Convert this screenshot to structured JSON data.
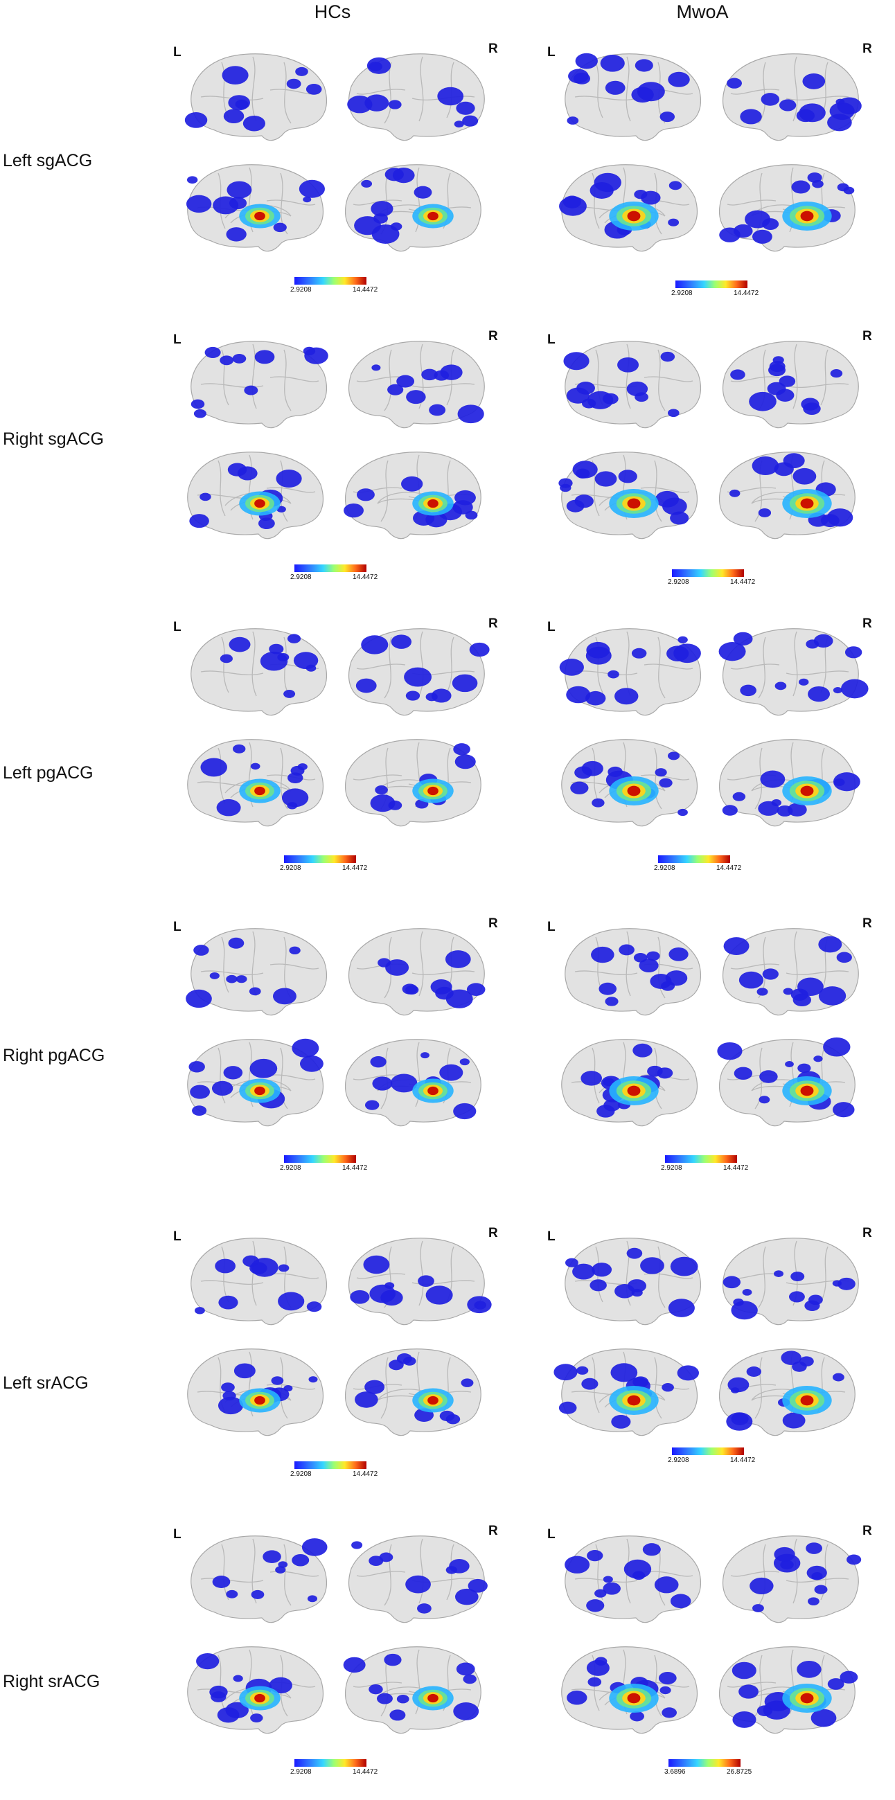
{
  "columns": [
    "HCs",
    "MwoA"
  ],
  "hemisphere_labels": {
    "left": "L",
    "right": "R"
  },
  "rows": [
    {
      "label": "Left sgACG",
      "panels": [
        {
          "cb_min": "2.9208",
          "cb_max": "14.4472"
        },
        {
          "cb_min": "2.9208",
          "cb_max": "14.4472"
        }
      ]
    },
    {
      "label": "Right sgACG",
      "panels": [
        {
          "cb_min": "2.9208",
          "cb_max": "14.4472"
        },
        {
          "cb_min": "2.9208",
          "cb_max": "14.4472"
        }
      ]
    },
    {
      "label": "Left pgACG",
      "panels": [
        {
          "cb_min": "2.9208",
          "cb_max": "14.4472"
        },
        {
          "cb_min": "2.9208",
          "cb_max": "14.4472"
        }
      ]
    },
    {
      "label": "Right pgACG",
      "panels": [
        {
          "cb_min": "2.9208",
          "cb_max": "14.4472"
        },
        {
          "cb_min": "2.9208",
          "cb_max": "14.4472"
        }
      ]
    },
    {
      "label": "Left srACG",
      "panels": [
        {
          "cb_min": "2.9208",
          "cb_max": "14.4472"
        },
        {
          "cb_min": "2.9208",
          "cb_max": "14.4472"
        }
      ]
    },
    {
      "label": "Right srACG",
      "panels": [
        {
          "cb_min": "2.9208",
          "cb_max": "14.4472"
        },
        {
          "cb_min": "3.6896",
          "cb_max": "26.8725"
        }
      ]
    }
  ],
  "colors": {
    "background": "#ffffff",
    "cortex": "#e2e2e2",
    "low": "#1f20e0",
    "high": "#cc1100"
  }
}
